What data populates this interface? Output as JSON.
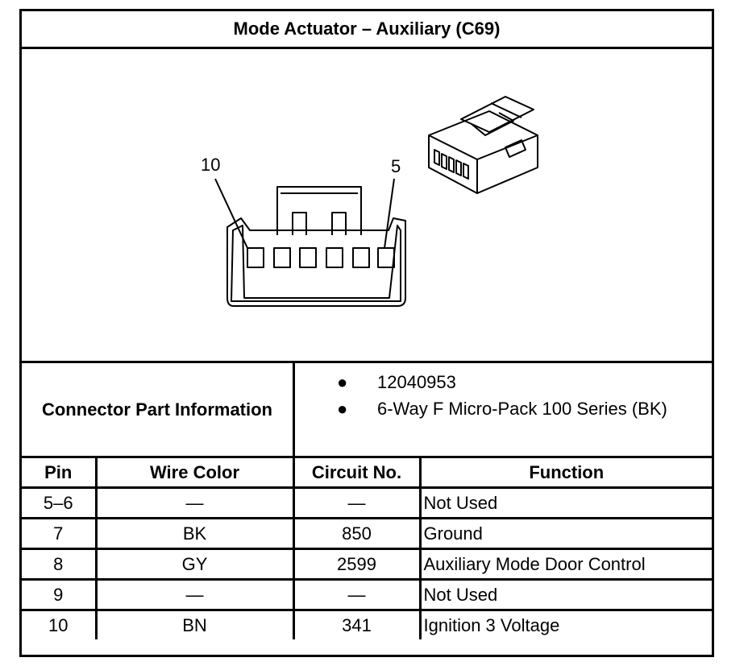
{
  "title": "Mode Actuator – Auxiliary (C69)",
  "diagram": {
    "pin_label_left": "10",
    "pin_label_right": "5"
  },
  "connector_info": {
    "label": "Connector Part Information",
    "items": [
      "12040953",
      "6-Way F Micro-Pack 100 Series (BK)"
    ]
  },
  "table": {
    "headers": [
      "Pin",
      "Wire Color",
      "Circuit No.",
      "Function"
    ],
    "rows": [
      [
        "5–6",
        "—",
        "—",
        "Not Used"
      ],
      [
        "7",
        "BK",
        "850",
        "Ground"
      ],
      [
        "8",
        "GY",
        "2599",
        "Auxiliary Mode Door Control"
      ],
      [
        "9",
        "—",
        "—",
        "Not Used"
      ],
      [
        "10",
        "BN",
        "341",
        "Ignition 3 Voltage"
      ]
    ]
  }
}
